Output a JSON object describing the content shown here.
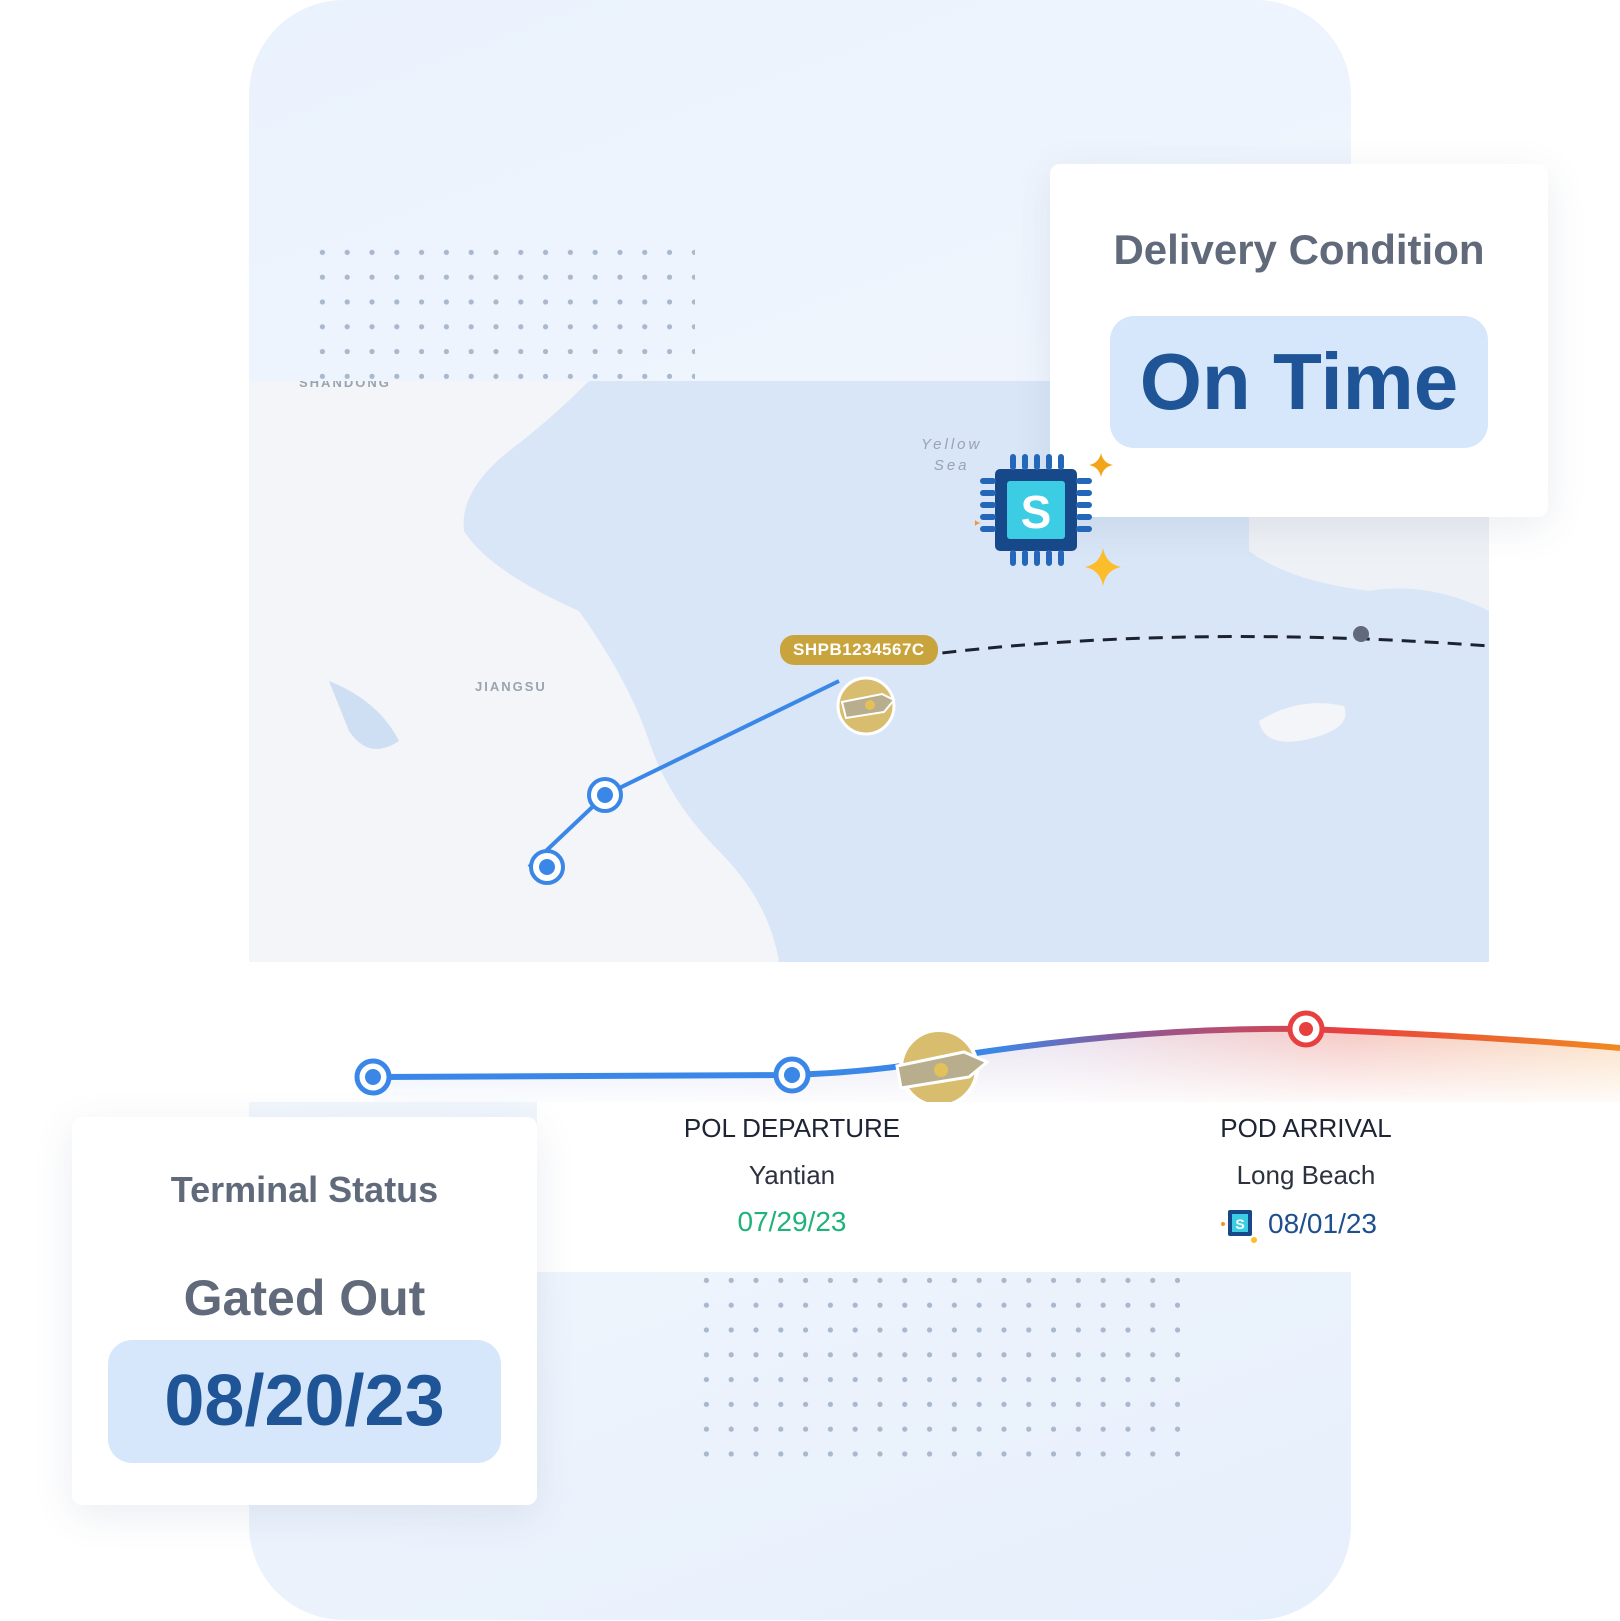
{
  "map": {
    "labels": {
      "shandong": "SHANDONG",
      "jiangsu": "JIANGSU",
      "sea_line1": "Yellow",
      "sea_line2": "Sea"
    },
    "shipment_id": "SHPB1234567C",
    "route_color": "#3b87e8"
  },
  "delivery_condition": {
    "title": "Delivery Condition",
    "value": "On Time"
  },
  "timeline": {
    "milestones": [
      {
        "label": "POL DEPARTURE",
        "location": "Yantian",
        "date": "07/29/23",
        "date_color": "#1fb27a"
      },
      {
        "label": "POD ARRIVAL",
        "location": "Long Beach",
        "date": "08/01/23",
        "date_color": "#1f4f8f",
        "predicted_icon": "ai-chip-icon"
      }
    ]
  },
  "terminal_status": {
    "title": "Terminal Status",
    "status": "Gated Out",
    "date": "08/20/23"
  },
  "colors": {
    "accent": "#1f5596",
    "pill_bg": "#d6e7fb",
    "gold": "#c9a43c",
    "arrival_red": "#e8403f"
  }
}
